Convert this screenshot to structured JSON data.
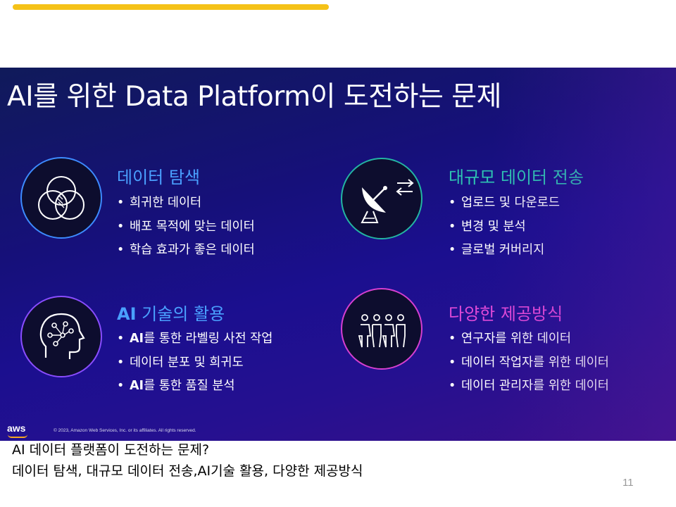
{
  "slide": {
    "title": "AI를 위한 Data Platform이 도전하는 문제",
    "cards": [
      {
        "icon": "venn-diagram-icon",
        "heading": "데이터 탐색",
        "heading_color": "#4aa0ff",
        "bullets": [
          "희귀한 데이터",
          "배포 목적에 맞는 데이터",
          "학습 효과가 좋은 데이터"
        ]
      },
      {
        "icon": "satellite-dish-transfer-icon",
        "heading": "대규모 데이터 전송",
        "heading_color": "#2ec5b2",
        "bullets": [
          "업로드 및 다운로드",
          "변경 및 분석",
          "글로벌 커버리지"
        ]
      },
      {
        "icon": "ai-head-icon",
        "heading_prefix": "AI",
        "heading": " 기술의 활용",
        "heading_color": "#4aa0ff",
        "bullets": [
          {
            "prefix": "AI",
            "text": "를 통한 라벨링 사전 작업"
          },
          {
            "prefix": "",
            "text": "데이터 분포 및 희귀도"
          },
          {
            "prefix": "AI",
            "text": "를 통한 품질 분석"
          }
        ]
      },
      {
        "icon": "people-group-icon",
        "heading": "다양한 제공방식",
        "heading_color": "#e04ad8",
        "bullets": [
          "연구자를 위한 데이터",
          "데이터 작업자를 위한 데이터",
          "데이터 관리자를 위한 데이터"
        ]
      }
    ],
    "logo_text": "aws",
    "copyright": "© 2023, Amazon Web Services, Inc. or its affiliates. All rights reserved."
  },
  "notes": {
    "line1": "AI 데이터 플랫폼이 도전하는 문제?",
    "line2": "데이터 탐색, 대규모 데이터 전송,AI기술 활용, 다양한 제공방식"
  },
  "page_number": "11",
  "colors": {
    "accent_bar": "#f5c218",
    "ring_blue": "#3d8bff",
    "ring_teal": "#23b5a3",
    "ring_purple": "#8a4dff",
    "ring_magenta": "#d63fd0"
  }
}
